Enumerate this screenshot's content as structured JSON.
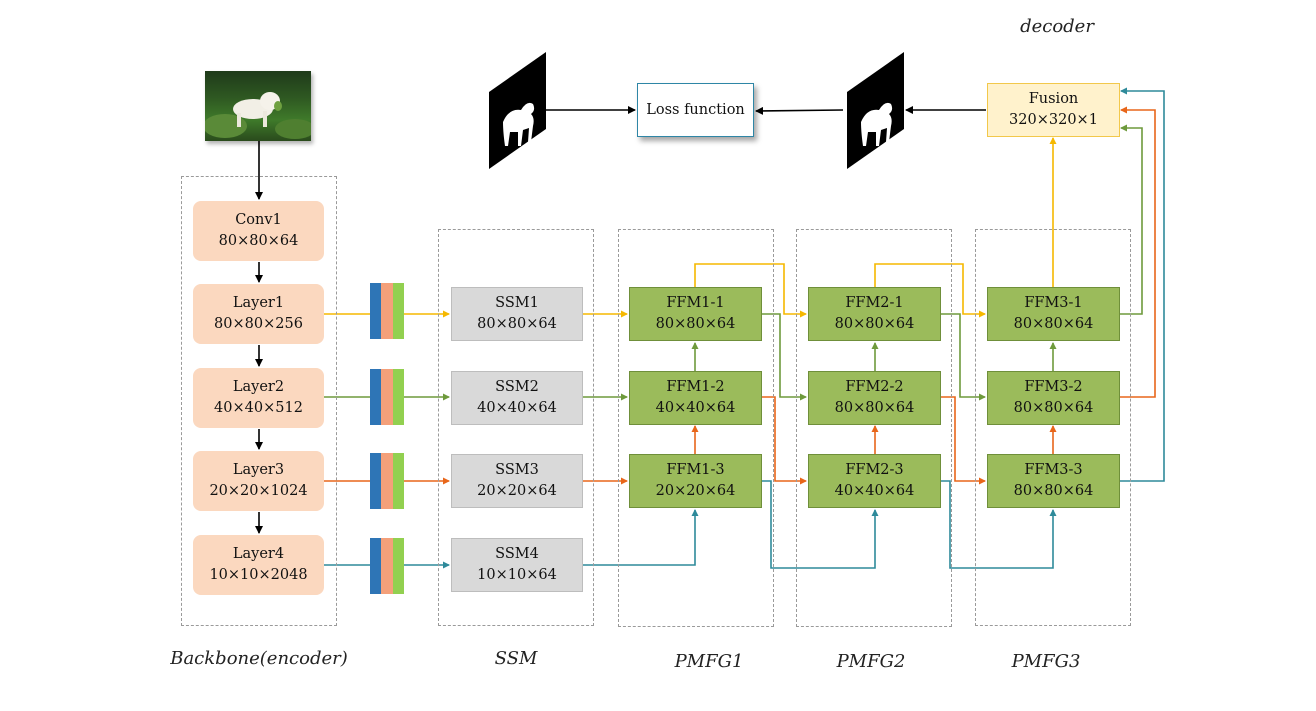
{
  "group_labels": {
    "backbone": "Backbone(encoder)",
    "ssm": "SSM",
    "pmfg1": "PMFG1",
    "pmfg2": "PMFG2",
    "pmfg3": "PMFG3",
    "decoder": "decoder"
  },
  "encoder": [
    {
      "name": "Conv1",
      "size": "80×80×64"
    },
    {
      "name": "Layer1",
      "size": "80×80×256"
    },
    {
      "name": "Layer2",
      "size": "40×40×512"
    },
    {
      "name": "Layer3",
      "size": "20×20×1024"
    },
    {
      "name": "Layer4",
      "size": "10×10×2048"
    }
  ],
  "ssm": [
    {
      "name": "SSM1",
      "size": "80×80×64"
    },
    {
      "name": "SSM2",
      "size": "40×40×64"
    },
    {
      "name": "SSM3",
      "size": "20×20×64"
    },
    {
      "name": "SSM4",
      "size": "10×10×64"
    }
  ],
  "pmfg1": [
    {
      "name": "FFM1-1",
      "size": "80×80×64"
    },
    {
      "name": "FFM1-2",
      "size": "40×40×64"
    },
    {
      "name": "FFM1-3",
      "size": "20×20×64"
    }
  ],
  "pmfg2": [
    {
      "name": "FFM2-1",
      "size": "80×80×64"
    },
    {
      "name": "FFM2-2",
      "size": "80×80×64"
    },
    {
      "name": "FFM2-3",
      "size": "40×40×64"
    }
  ],
  "pmfg3": [
    {
      "name": "FFM3-1",
      "size": "80×80×64"
    },
    {
      "name": "FFM3-2",
      "size": "80×80×64"
    },
    {
      "name": "FFM3-3",
      "size": "80×80×64"
    }
  ],
  "fusion": {
    "name": "Fusion",
    "size": "320×320×1"
  },
  "loss": {
    "label": "Loss function"
  },
  "colors": {
    "level1": "#f5b800",
    "level2": "#6e9a3c",
    "level3": "#e8661a",
    "level4": "#2e8a9a",
    "stack_blue": "#2e75b6",
    "stack_orange": "#f4a07a",
    "stack_green": "#92d050"
  }
}
